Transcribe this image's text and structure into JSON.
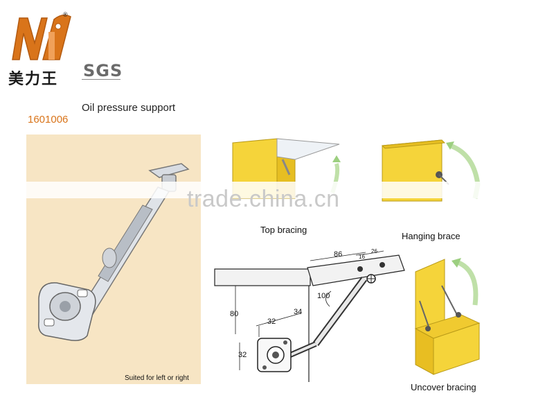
{
  "logo": {
    "cn": "美力王",
    "registered": "®",
    "cert": "SGS"
  },
  "product": {
    "model": "1601006",
    "title": "Oil pressure support"
  },
  "photo": {
    "caption": "Suited for left or right"
  },
  "views": {
    "top": "Top bracing",
    "hanging": "Hanging brace",
    "uncover": "Uncover bracing"
  },
  "watermark": "trade.china.cn",
  "dimensions": {
    "d86": "86",
    "d16": "16",
    "d26": "26",
    "d100": "100",
    "d80": "80",
    "d34": "34",
    "d32a": "32",
    "d32b": "32"
  },
  "colors": {
    "brand": "#d9741a",
    "cabinet": "#f5d43a",
    "metal": "#c8ccd2"
  }
}
